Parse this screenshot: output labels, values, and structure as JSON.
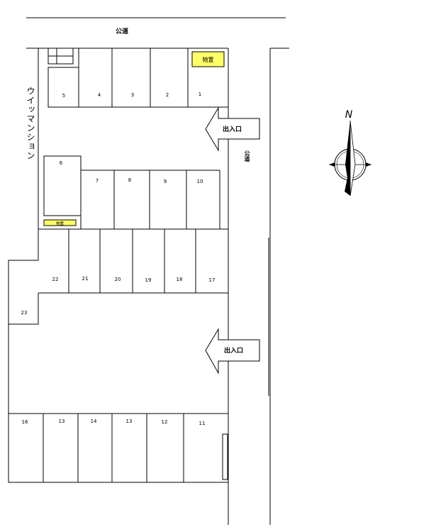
{
  "labels": {
    "road_top": "公道",
    "road_right": "公道",
    "building": "ウイッマンション",
    "entrance_top": "出入口",
    "entrance_bottom": "出入口",
    "office_top": "物置",
    "office_small": "物置",
    "compass_n": "N"
  },
  "spaces": {
    "s1": "1",
    "s2": "2",
    "s3": "3",
    "s4": "4",
    "s5": "5",
    "s6": "6",
    "s7": "7",
    "s8": "8",
    "s9": "9",
    "s10": "10",
    "s11": "11",
    "s12": "12",
    "s13": "13",
    "s14": "14",
    "s16": "16",
    "s17": "17",
    "s18": "18",
    "s19": "19",
    "s20": "20",
    "s21": "21",
    "s22": "22",
    "s23": "23"
  },
  "colors": {
    "line": "#000000",
    "shed_fill": "#ffff66",
    "compass_fill": "#000000"
  }
}
